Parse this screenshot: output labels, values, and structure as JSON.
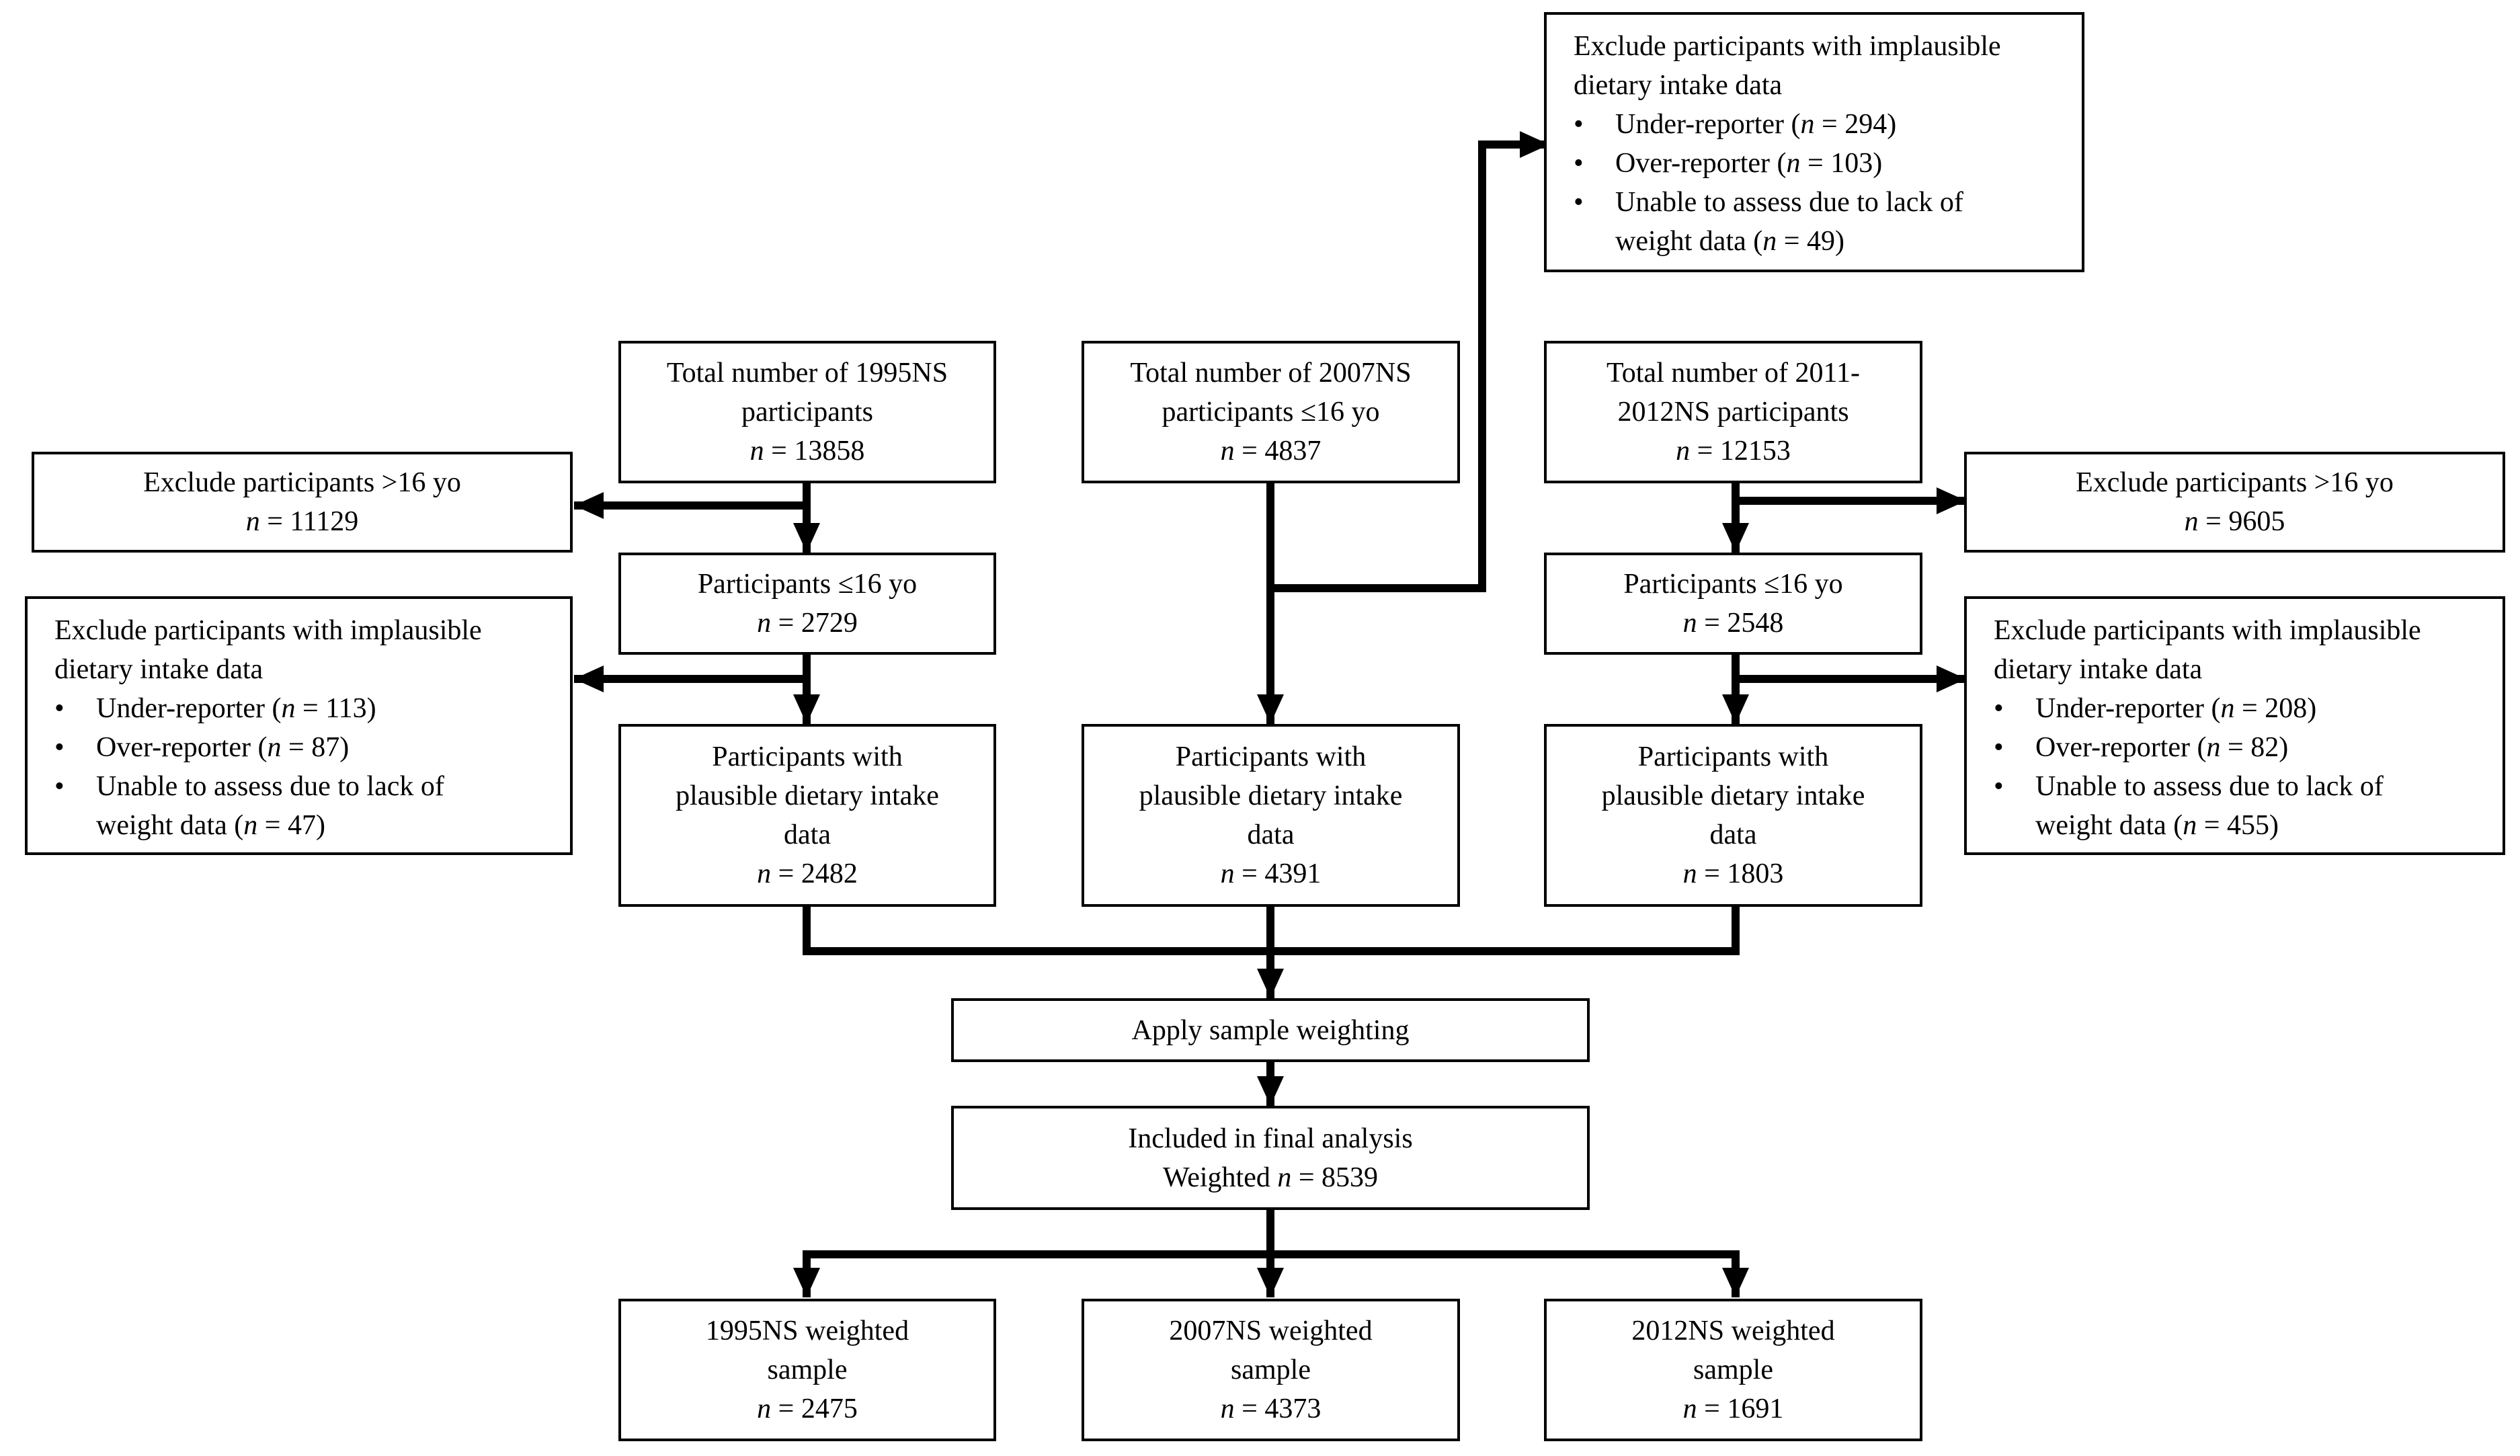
{
  "n_label": "n",
  "eq": " = ",
  "excl_older": {
    "left": {
      "title": "Exclude participants >16 yo",
      "n": "11129"
    },
    "right": {
      "title": "Exclude participants >16 yo",
      "n": "9605"
    }
  },
  "excl_implausible": {
    "top": {
      "title_lines": [
        "Exclude participants with implausible",
        "dietary intake data"
      ],
      "under": {
        "label": "Under-reporter (",
        "n": "294",
        "close": ")"
      },
      "over": {
        "label": "Over-reporter (",
        "n": "103",
        "close": ")"
      },
      "unable": {
        "line1": "Unable to assess due to lack of",
        "line2": "weight data (",
        "n": "49",
        "close": ")"
      }
    },
    "left": {
      "title_lines": [
        "Exclude participants with implausible",
        "dietary intake data"
      ],
      "under": {
        "label": "Under-reporter (",
        "n": "113",
        "close": ")"
      },
      "over": {
        "label": "Over-reporter (",
        "n": "87",
        "close": ")"
      },
      "unable": {
        "line1": "Unable to assess due to lack of",
        "line2": "weight data (",
        "n": "47",
        "close": ")"
      }
    },
    "right": {
      "title_lines": [
        "Exclude participants with implausible",
        "dietary intake data"
      ],
      "under": {
        "label": "Under-reporter (",
        "n": "208",
        "close": ")"
      },
      "over": {
        "label": "Over-reporter (",
        "n": "82",
        "close": ")"
      },
      "unable": {
        "line1": "Unable to assess due to lack of",
        "line2": "weight data (",
        "n": "455",
        "close": ")"
      }
    }
  },
  "total": {
    "ns1995": {
      "lines": [
        "Total number of 1995NS",
        "participants"
      ],
      "n": "13858"
    },
    "ns2007": {
      "lines": [
        "Total number of 2007NS",
        "participants ≤16 yo"
      ],
      "n": "4837"
    },
    "ns2012": {
      "lines": [
        "Total number of 2011-",
        "2012NS participants"
      ],
      "n": "12153"
    }
  },
  "under16": {
    "ns1995": {
      "title": "Participants ≤16 yo",
      "n": "2729"
    },
    "ns2012": {
      "title": "Participants ≤16 yo",
      "n": "2548"
    }
  },
  "plausible": {
    "ns1995": {
      "lines": [
        "Participants with",
        "plausible dietary intake",
        "data"
      ],
      "n": "2482"
    },
    "ns2007": {
      "lines": [
        "Participants with",
        "plausible dietary intake",
        "data"
      ],
      "n": "4391"
    },
    "ns2012": {
      "lines": [
        "Participants with",
        "plausible dietary intake",
        "data"
      ],
      "n": "1803"
    }
  },
  "weighting": {
    "title": "Apply sample weighting"
  },
  "final": {
    "title": "Included in final analysis",
    "prefix": "Weighted ",
    "n": "8539"
  },
  "weighted": {
    "ns1995": {
      "lines": [
        "1995NS weighted",
        "sample"
      ],
      "n": "2475"
    },
    "ns2007": {
      "lines": [
        "2007NS weighted",
        "sample"
      ],
      "n": "4373"
    },
    "ns2012": {
      "lines": [
        "2012NS weighted",
        "sample"
      ],
      "n": "1691"
    }
  }
}
